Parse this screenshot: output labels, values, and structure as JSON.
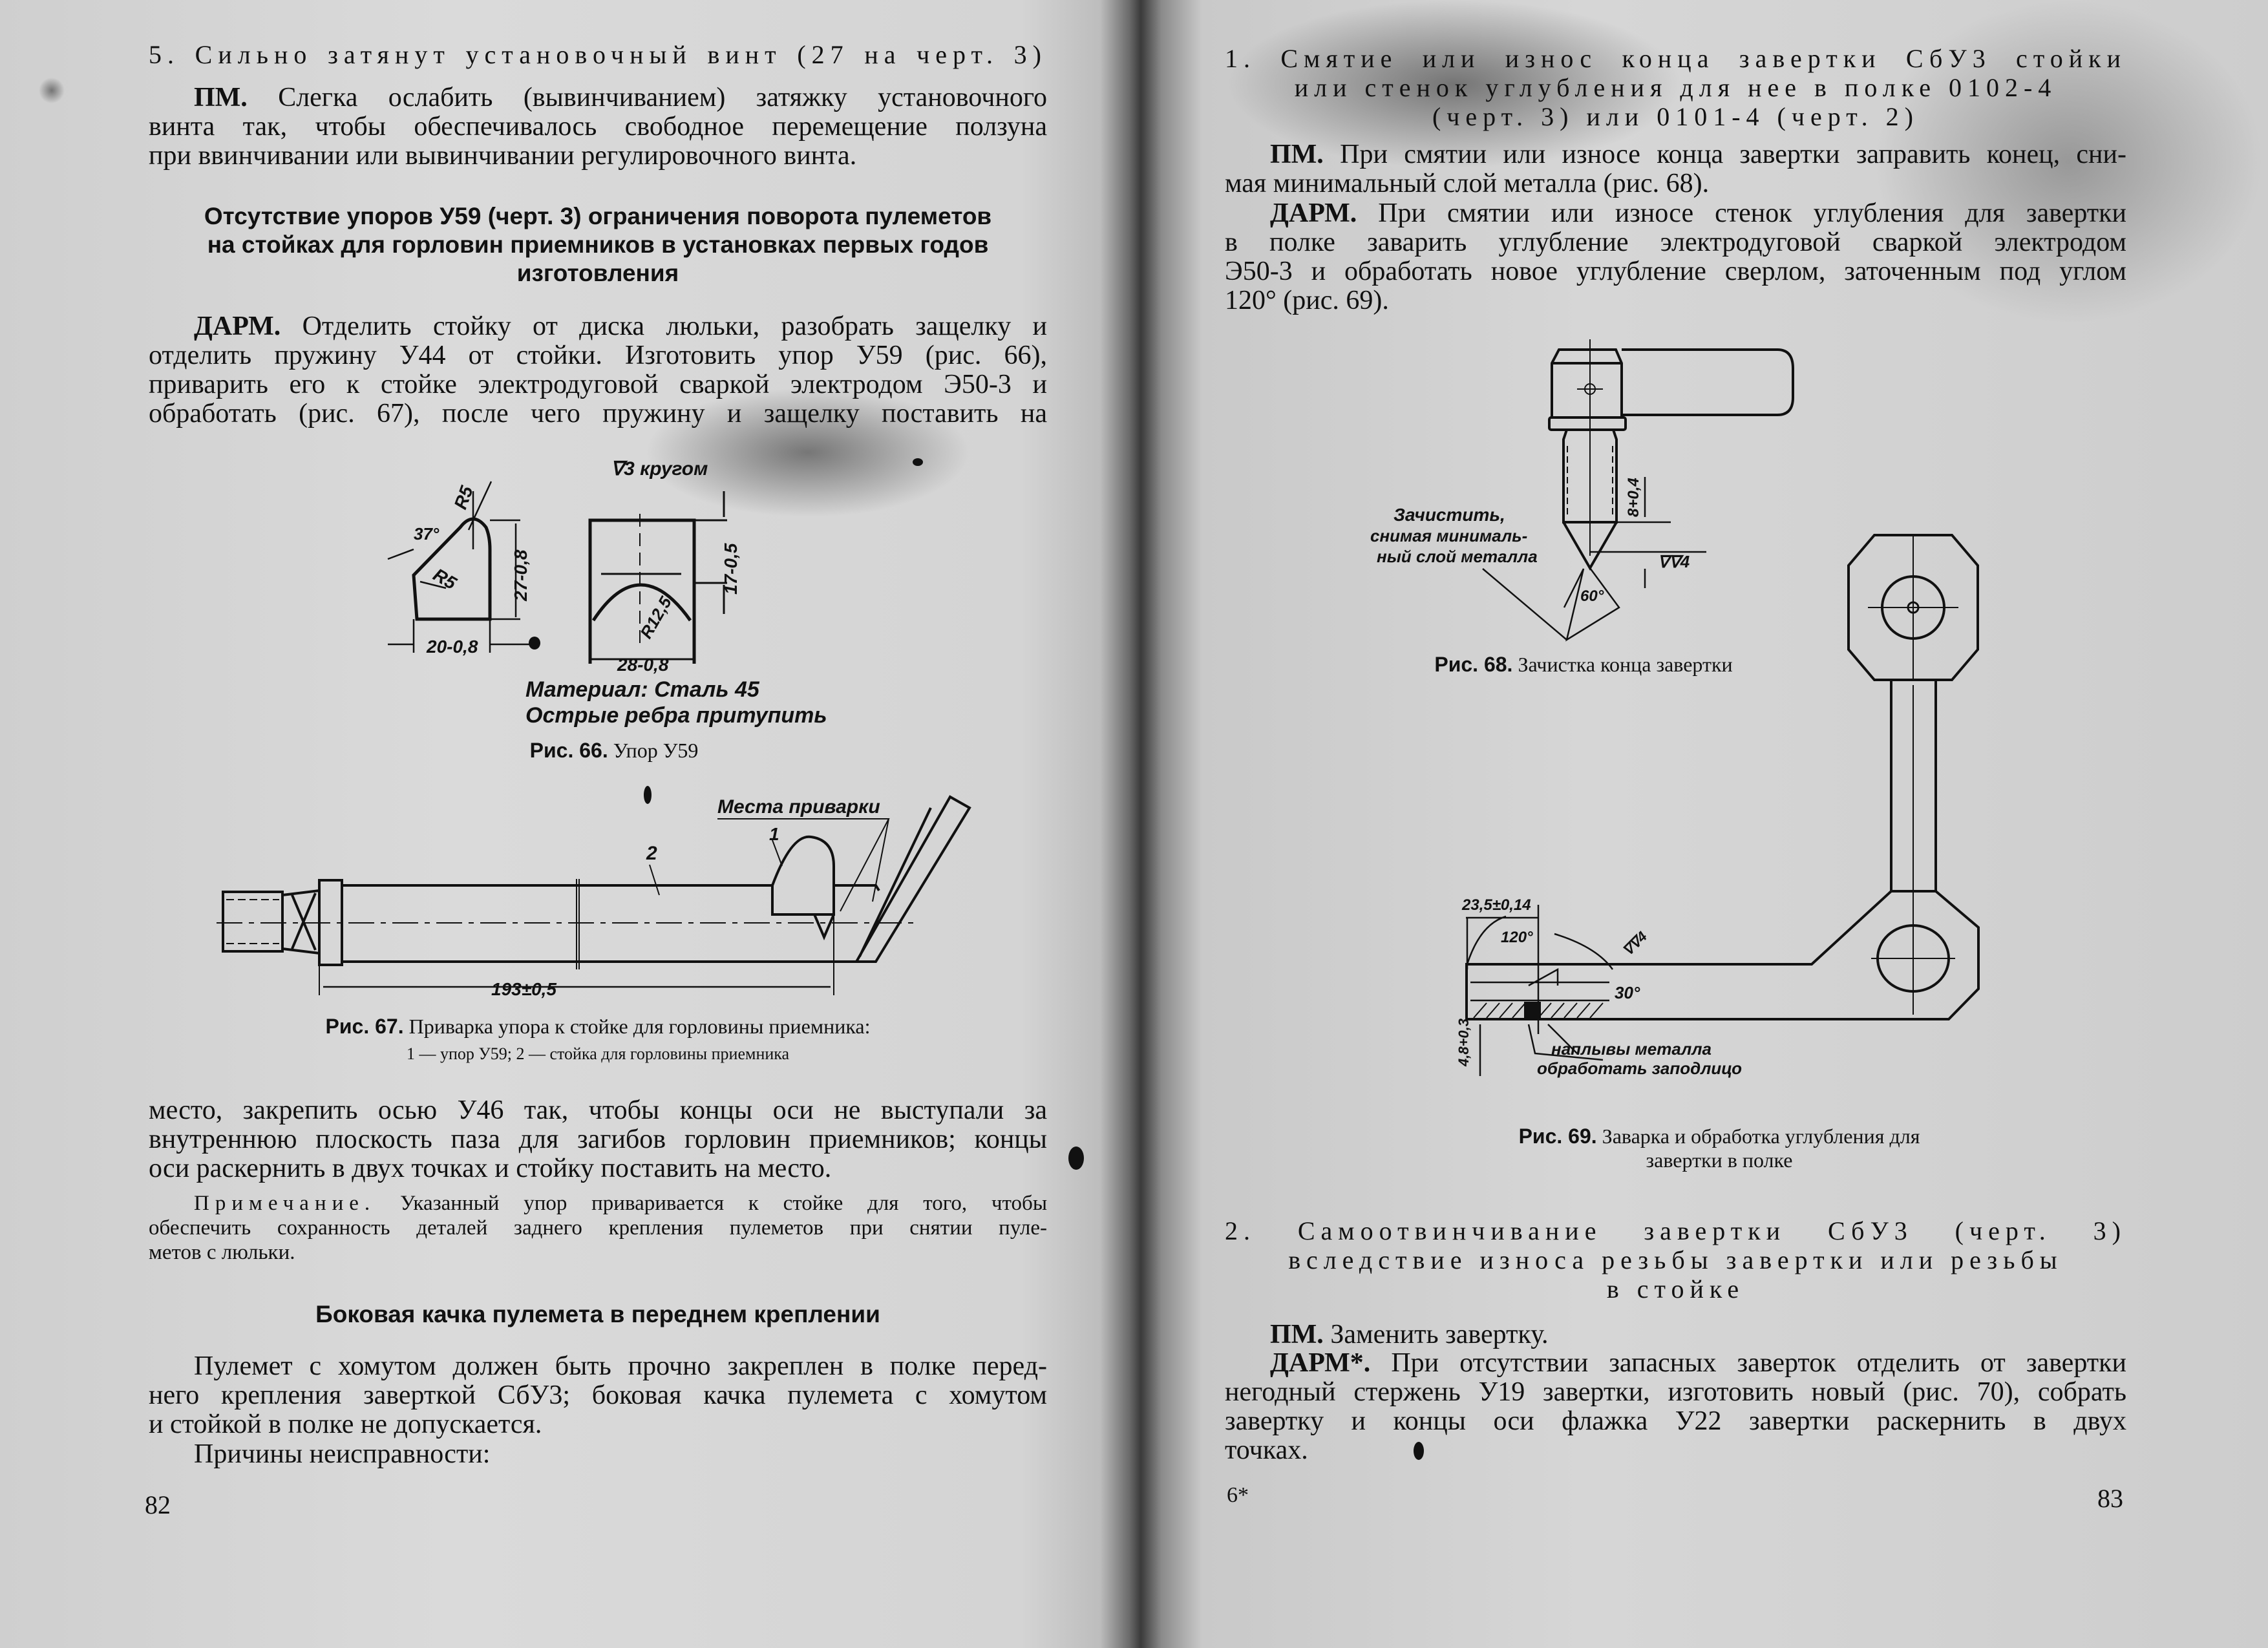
{
  "left_page": {
    "section5_heading": {
      "lines": [
        "5. Сильно затянут установочный винт (27 на черт. 3)"
      ]
    },
    "section5_pm": {
      "lead": "ПМ.",
      "lines": [
        "Слегка ослабить (вывинчиванием) затяжку установочного",
        "винта так, чтобы обеспечивалось свободное перемещение ползуна",
        "при ввинчивании или вывинчивании регулировочного винта."
      ]
    },
    "stops_heading": {
      "lines": [
        "Отсутствие упоров У59 (черт. 3) ограничения поворота пулеметов",
        "на стойках для горловин приемников в установках первых годов",
        "изготовления"
      ]
    },
    "stops_darm": {
      "lead": "ДАРМ.",
      "lines": [
        "Отделить стойку от диска люльки, разобрать защелку и",
        "отделить пружину У44 от стойки. Изготовить упор У59 (рис. 66),",
        "приварить его к стойке электродуговой сваркой электродом Э50-3 и",
        "обработать (рис. 67), после чего пружину и защелку поставить на"
      ]
    },
    "figure_66": {
      "labels": {
        "surface": "∇3 кругом",
        "r5_top": "R5",
        "r5_side": "R5",
        "angle": "37°",
        "width_left": "20-0,8",
        "height_left": "27-0,8",
        "height_right": "17-0,5",
        "radius": "R12,5",
        "width_right": "28-0,8",
        "material": "Материал: Сталь 45",
        "edges": "Острые ребра притупить"
      },
      "caption_num": "Рис. 66.",
      "caption_text": "Упор У59"
    },
    "figure_67": {
      "labels": {
        "weld_places": "Места приварки",
        "part1": "1",
        "part2": "2",
        "length": "193±0,5"
      },
      "caption_num": "Рис. 67.",
      "caption_text": "Приварка упора к стойке для горловины приемника:",
      "legend": "1 — упор У59; 2 — стойка для горловины приемника"
    },
    "continuation": {
      "lines": [
        "место, закрепить осью У46 так, чтобы концы оси не выступали за",
        "внутреннюю плоскость паза для загибов горловин приемников; концы",
        "оси раскернить в двух точках и стойку поставить на место."
      ]
    },
    "note": {
      "lead": "Примечание.",
      "lines": [
        "Указанный упор приваривается к стойке для того, чтобы",
        "обеспечить сохранность деталей заднего крепления пулеметов при снятии пуле-",
        "метов с люльки."
      ]
    },
    "side_play_heading": {
      "lines": [
        "Боковая качка пулемета в переднем креплении"
      ]
    },
    "side_play_text": {
      "lines": [
        "Пулемет с хомутом должен быть прочно закреплен в полке перед-",
        "него крепления заверткой СбУ3; боковая качка пулемета с хомутом",
        "и стойкой в полке не допускается."
      ]
    },
    "causes": {
      "lines": [
        "Причины неисправности:"
      ]
    },
    "page_number": "82"
  },
  "right_page": {
    "cause1_heading": {
      "lines": [
        "1. Смятие или износ конца завертки СбУ3 стойки",
        "или стенок углубления для нее в полке 0102-4",
        "(черт. 3) или 0101-4 (черт. 2)"
      ]
    },
    "cause1_pm": {
      "lead": "ПМ.",
      "lines": [
        "При смятии или износе конца завертки заправить конец, сни-",
        "мая минимальный слой металла (рис. 68)."
      ]
    },
    "cause1_darm": {
      "lead": "ДАРМ.",
      "lines": [
        "При смятии или износе стенок углубления для завертки",
        "в полке заварить углубление электродуговой сваркой электродом",
        "Э50-3 и обработать новое углубление сверлом, заточенным под углом",
        "120° (рис. 69)."
      ]
    },
    "figure_68": {
      "labels": {
        "clean1": "Зачистить,",
        "clean2": "снимая минималь-",
        "clean3": "ный слой металла",
        "length": "8+0,4",
        "roughness": "∇∇4",
        "angle": "60°"
      },
      "caption_num": "Рис. 68.",
      "caption_text": "Зачистка конца завертки"
    },
    "figure_69": {
      "labels": {
        "width": "23,5±0,14",
        "angle120": "120°",
        "angle30": "30°",
        "depth": "4,8+0,3",
        "roughness": "∇∇4",
        "note1": "наплывы металла",
        "note2": "обработать заподлицо"
      },
      "caption_num": "Рис. 69.",
      "caption_text": "Заварка и обработка углубления для",
      "caption_text2": "завертки в полке"
    },
    "cause2_heading": {
      "lines": [
        "2. Самоотвинчивание завертки СбУ3 (черт. 3)",
        "вследствие износа резьбы завертки или резьбы",
        "в стойке"
      ]
    },
    "cause2_pm": {
      "lead": "ПМ.",
      "lines": [
        "Заменить завертку."
      ]
    },
    "cause2_darm": {
      "lead": "ДАРМ*.",
      "lines": [
        "При отсутствии запасных заверток отделить от завертки",
        "негодный стержень У19 завертки, изготовить новый (рис. 70), собрать",
        "завертку и концы оси флажка У22 завертки раскернить в двух",
        "точках."
      ]
    },
    "signature_mark": "6*",
    "page_number": "83"
  }
}
